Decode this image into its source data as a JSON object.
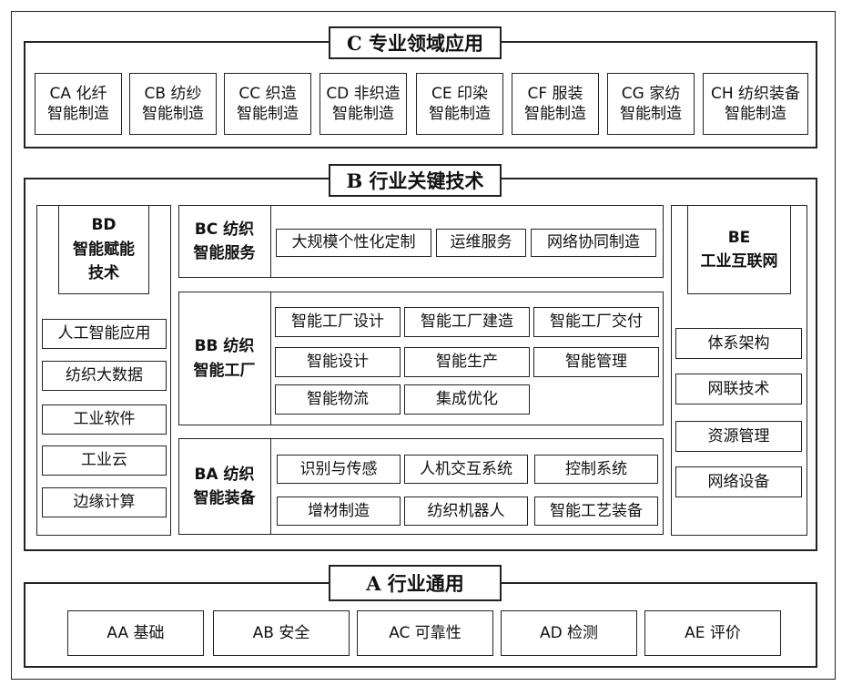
{
  "c": {
    "title": "C 专业领域应用",
    "items": [
      {
        "line1": "CA 化纤",
        "line2": "智能制造"
      },
      {
        "line1": "CB 纺纱",
        "line2": "智能制造"
      },
      {
        "line1": "CC 织造",
        "line2": "智能制造"
      },
      {
        "line1": "CD 非织造",
        "line2": "智能制造"
      },
      {
        "line1": "CE 印染",
        "line2": "智能制造"
      },
      {
        "line1": "CF 服装",
        "line2": "智能制造"
      },
      {
        "line1": "CG 家纺",
        "line2": "智能制造"
      },
      {
        "line1": "CH 纺织装备",
        "line2": "智能制造"
      }
    ]
  },
  "b": {
    "title": "B 行业关键技术",
    "bd": {
      "label": [
        "BD",
        "智能赋能",
        "技术"
      ],
      "items": [
        "人工智能应用",
        "纺织大数据",
        "工业软件",
        "工业云",
        "边缘计算"
      ]
    },
    "be": {
      "label": [
        "BE",
        "工业互联网"
      ],
      "items": [
        "体系架构",
        "网联技术",
        "资源管理",
        "网络设备"
      ]
    },
    "bc": {
      "label": [
        "BC 纺织",
        "智能服务"
      ],
      "items": [
        "大规模个性化定制",
        "运维服务",
        "网络协同制造"
      ]
    },
    "bb": {
      "label": [
        "BB 纺织",
        "智能工厂"
      ],
      "items": [
        "智能工厂设计",
        "智能工厂建造",
        "智能工厂交付",
        "智能设计",
        "智能生产",
        "智能管理",
        "智能物流",
        "集成优化"
      ]
    },
    "ba": {
      "label": [
        "BA 纺织",
        "智能装备"
      ],
      "items": [
        "识别与传感",
        "人机交互系统",
        "控制系统",
        "增材制造",
        "纺织机器人",
        "智能工艺装备"
      ]
    }
  },
  "a": {
    "title": "A 行业通用",
    "items": [
      "AA 基础",
      "AB 安全",
      "AC 可靠性",
      "AD 检测",
      "AE 评价"
    ]
  }
}
